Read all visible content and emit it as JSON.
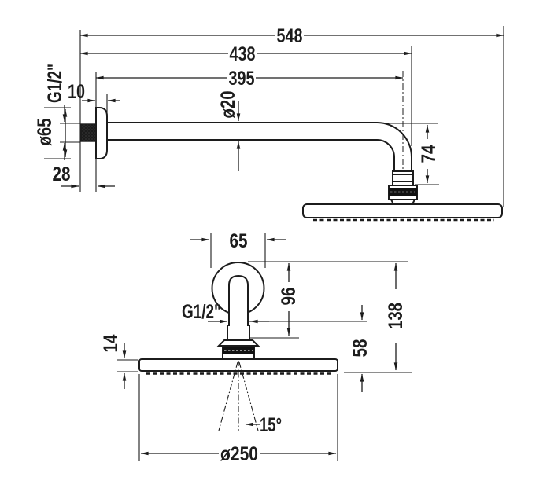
{
  "colors": {
    "background": "#ffffff",
    "line": "#1c1c1c",
    "band": "#111111"
  },
  "side_view": {
    "dim_overall_length": "548",
    "dim_to_head_edge": "438",
    "dim_to_head_center": "395",
    "thread_label": "G1/2\"",
    "dim_flange_thickness": "10",
    "dim_arm_diameter": "ø20",
    "dim_flange_diameter": "ø65",
    "dim_wall_offset": "28",
    "dim_drop_height": "74"
  },
  "front_view": {
    "dim_flange_diameter": "65",
    "dim_flange_to_connector": "96",
    "dim_flange_to_face": "138",
    "thread_label": "G1/2\"",
    "dim_head_thickness": "14",
    "dim_shoulder_to_face": "58",
    "spray_angle": "15°",
    "dim_head_diameter": "ø250"
  }
}
